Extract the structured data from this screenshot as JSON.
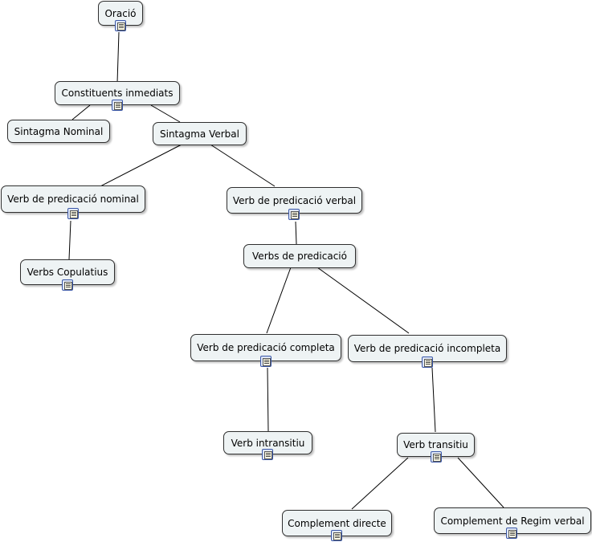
{
  "nodes": {
    "oracio": "Oració",
    "constituents": "Constituents inmediats",
    "sintagma_nominal": "Sintagma Nominal",
    "sintagma_verbal": "Sintagma Verbal",
    "verb_pred_nominal": "Verb de predicació nominal",
    "verb_pred_verbal": "Verb de predicació verbal",
    "verbs_copulatius": "Verbs Copulatius",
    "verbs_predicacio": "Verbs de predicació",
    "verb_pred_completa": "Verb de predicació completa",
    "verb_pred_incompleta": "Verb de predicació incompleta",
    "verb_intransitiu": "Verb intransitiu",
    "verb_transitiu": "Verb transitiu",
    "complement_directe": "Complement directe",
    "complement_regim": "Complement de Regim verbal"
  },
  "resource_icon": "document-icon"
}
